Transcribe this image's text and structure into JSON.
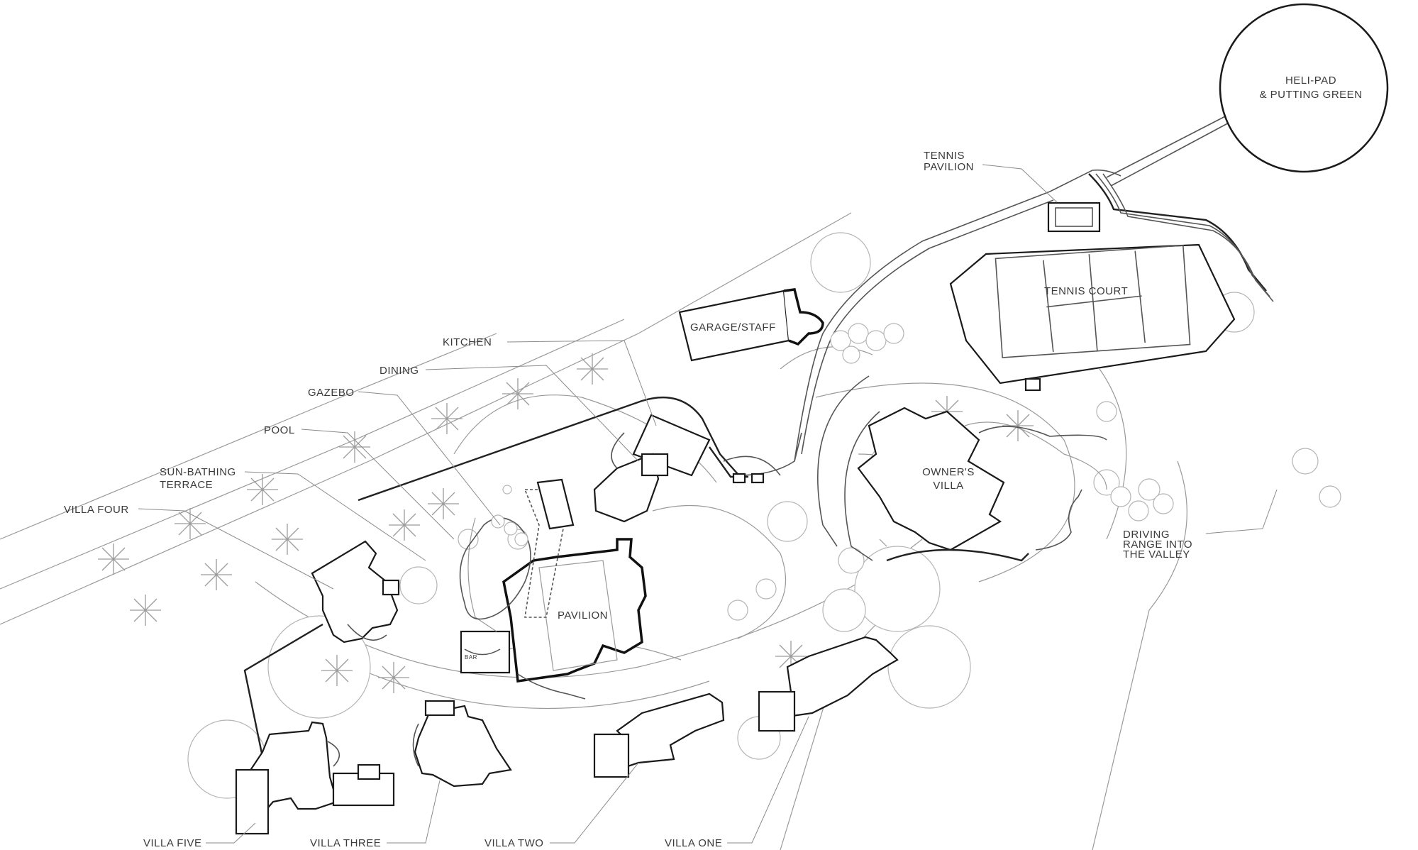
{
  "labels": {
    "helipad": [
      "HELI-PAD",
      "& PUTTING GREEN"
    ],
    "tennis_pavilion": [
      "TENNIS",
      "PAVILION"
    ],
    "tennis_court": "TENNIS COURT",
    "garage_staff": "GARAGE/STAFF",
    "kitchen": "KITCHEN",
    "dining": "DINING",
    "gazebo": "GAZEBO",
    "pool": "POOL",
    "sun_bathing_terrace": [
      "SUN-BATHING",
      "TERRACE"
    ],
    "villa_four": "VILLA FOUR",
    "pavilion": "PAVILION",
    "bar": "BAR",
    "owners_villa": [
      "OWNER'S",
      "VILLA"
    ],
    "driving_range": [
      "DRIVING",
      "RANGE INTO",
      "THE VALLEY"
    ],
    "villa_five": "VILLA FIVE",
    "villa_three": "VILLA THREE",
    "villa_two": "VILLA TWO",
    "villa_one": "VILLA ONE"
  }
}
